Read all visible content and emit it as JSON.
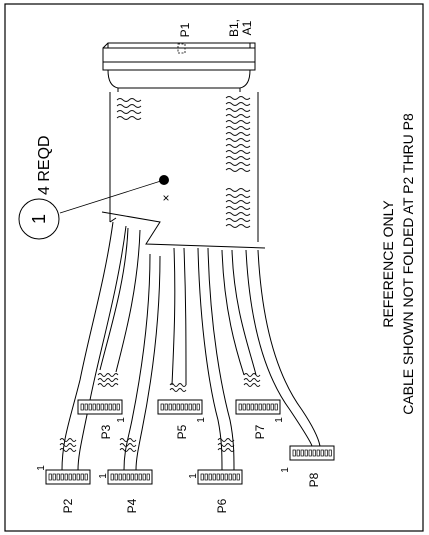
{
  "header_connector": {
    "ref": "P1",
    "pin_label_line1": "B1,",
    "pin_label_line2": "A1"
  },
  "callout": {
    "item_number": "1",
    "quantity_text": "4 REQD",
    "marker": "×"
  },
  "connectors": [
    {
      "ref": "P2",
      "pin1": "1"
    },
    {
      "ref": "P3",
      "pin1": "1"
    },
    {
      "ref": "P4",
      "pin1": "1"
    },
    {
      "ref": "P5",
      "pin1": "1"
    },
    {
      "ref": "P6",
      "pin1": "1"
    },
    {
      "ref": "P7",
      "pin1": "1"
    },
    {
      "ref": "P8",
      "pin1": "1"
    }
  ],
  "notes": {
    "line1": "REFERENCE ONLY",
    "line2": "CABLE SHOWN NOT FOLDED AT P2 THRU P8"
  }
}
